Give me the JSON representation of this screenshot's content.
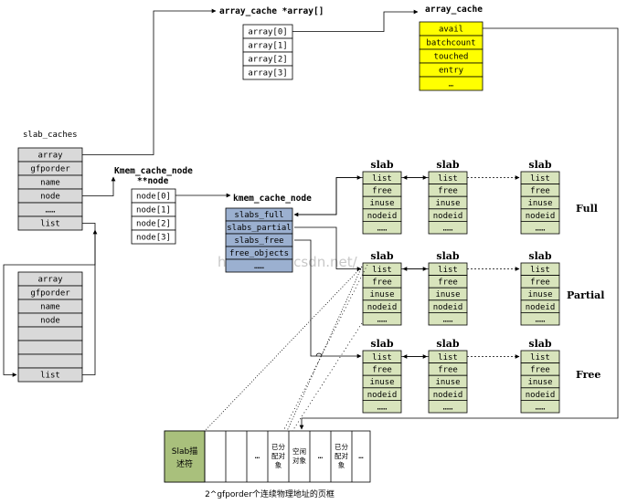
{
  "labels": {
    "slab_caches": "slab_caches",
    "array_cache_array": "array_cache *array[]",
    "array_cache": "array_cache",
    "kmem_cache_node_ptr": "Kmem_cache_node",
    "node_ptr": "**node",
    "kmem_cache_node": "kmem_cache_node",
    "full": "Full",
    "partial": "Partial",
    "free": "Free",
    "slab": "slab",
    "footer": "2^gfporder个连续物理地址的页框",
    "watermark": "http://blog.csdn.net/"
  },
  "kmem_cache_top": [
    "array",
    "gfporder",
    "name",
    "node",
    "……",
    "list"
  ],
  "kmem_cache_bottom": [
    "array",
    "gfporder",
    "name",
    "node",
    "",
    "",
    "",
    "list"
  ],
  "array_ptrs": [
    "array[0]",
    "array[1]",
    "array[2]",
    "array[3]"
  ],
  "array_cache_fields": [
    "avail",
    "batchcount",
    "touched",
    "entry",
    "…"
  ],
  "node_ptrs": [
    "node[0]",
    "node[1]",
    "node[2]",
    "node[3]"
  ],
  "kmem_cache_node_fields": [
    "slabs_full",
    "slabs_partial",
    "slabs_free",
    "free_objects",
    "……"
  ],
  "slab_fields": [
    "list",
    "free",
    "inuse",
    "nodeid",
    "……"
  ],
  "page_frames": {
    "slab_desc": "Slab描述符",
    "cells": [
      "",
      "",
      "…",
      "已分配对象",
      "空闲对象",
      "…",
      "已分配对象",
      "…"
    ]
  },
  "colors": {
    "gray": "#d9d9d9",
    "yellow": "#ffff00",
    "blue": "#9bb0d0",
    "green": "#d8e4bc",
    "slab_desc": "#a9c07c"
  }
}
